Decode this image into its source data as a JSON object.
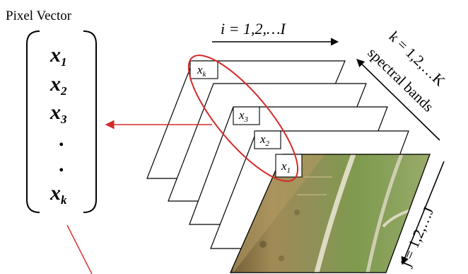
{
  "title": "Pixel Vector",
  "vector": {
    "entries": [
      {
        "base": "x",
        "sub": "1"
      },
      {
        "base": "x",
        "sub": "2"
      },
      {
        "base": "x",
        "sub": "3"
      },
      {
        "base": ".",
        "sub": ""
      },
      {
        "base": ".",
        "sub": ""
      },
      {
        "base": "x",
        "sub": "k"
      }
    ]
  },
  "axes": {
    "i_label": "i = 1,2,…I",
    "k_label": "k = 1,2,…K",
    "k_caption": "spectral bands",
    "j_label": "j = 1,2,…J"
  },
  "layers": [
    {
      "base": "x",
      "sub": "k"
    },
    {
      "base": "x",
      "sub": "3"
    },
    {
      "base": "x",
      "sub": "2"
    },
    {
      "base": "x",
      "sub": "1"
    }
  ],
  "colors": {
    "arrow_red": "#d42a2a",
    "ellipse_red": "#d42a2a",
    "line": "#000000"
  }
}
